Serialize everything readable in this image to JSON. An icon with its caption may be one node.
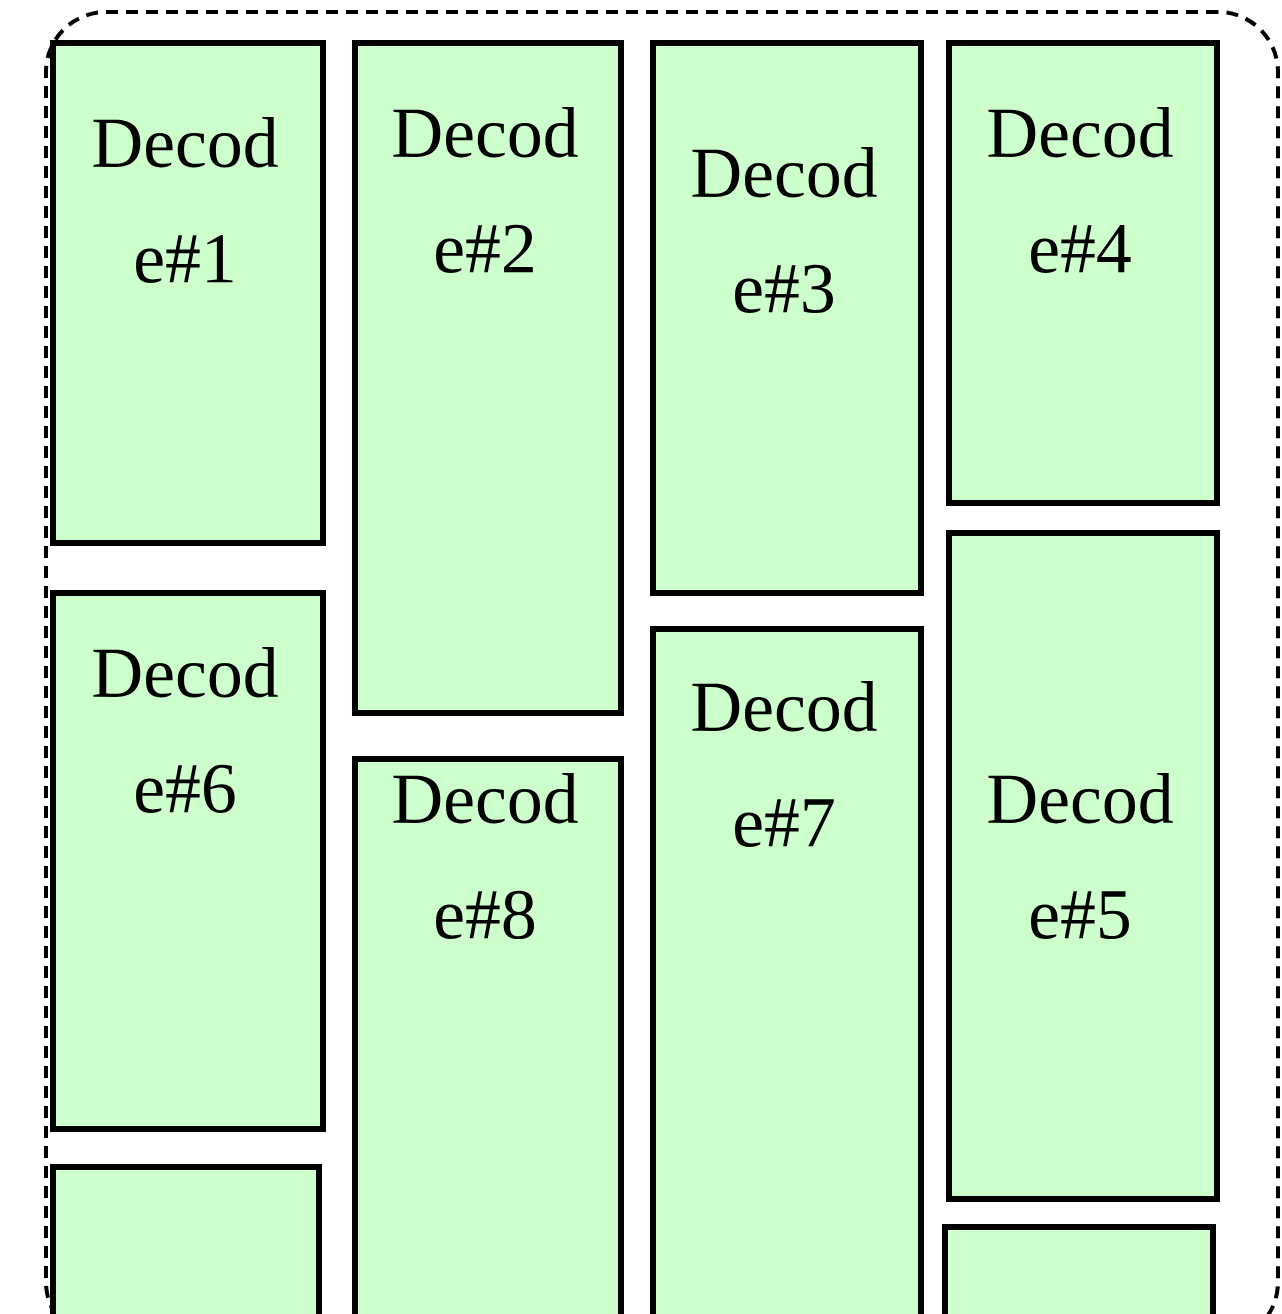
{
  "diagram": {
    "nodes": [
      {
        "text": [],
        "shape": "box"
      },
      {
        "text": [
          "Decod e#1"
        ],
        "in": 0
      },
      {
        "text": [
          "Decod e#2"
        ],
        "in": 0
      },
      {
        "text": [
          "Decod e#3"
        ],
        "in": 0
      },
      {
        "text": [
          "Decod e#4"
        ],
        "in": 0
      },
      {
        "text": [
          "Decod e#5"
        ],
        "in": 0
      },
      {
        "text": [
          "Decod e#6"
        ],
        "in": 0
      },
      {
        "text": [
          "Decod e#7"
        ],
        "in": 0
      },
      {
        "text": [
          "Decod e#8"
        ],
        "in": 0
      },
      {
        "text": [],
        "shape": "box",
        "in": 0
      },
      {
        "text": [],
        "shape": "box",
        "in": 0
      }
    ]
  }
}
